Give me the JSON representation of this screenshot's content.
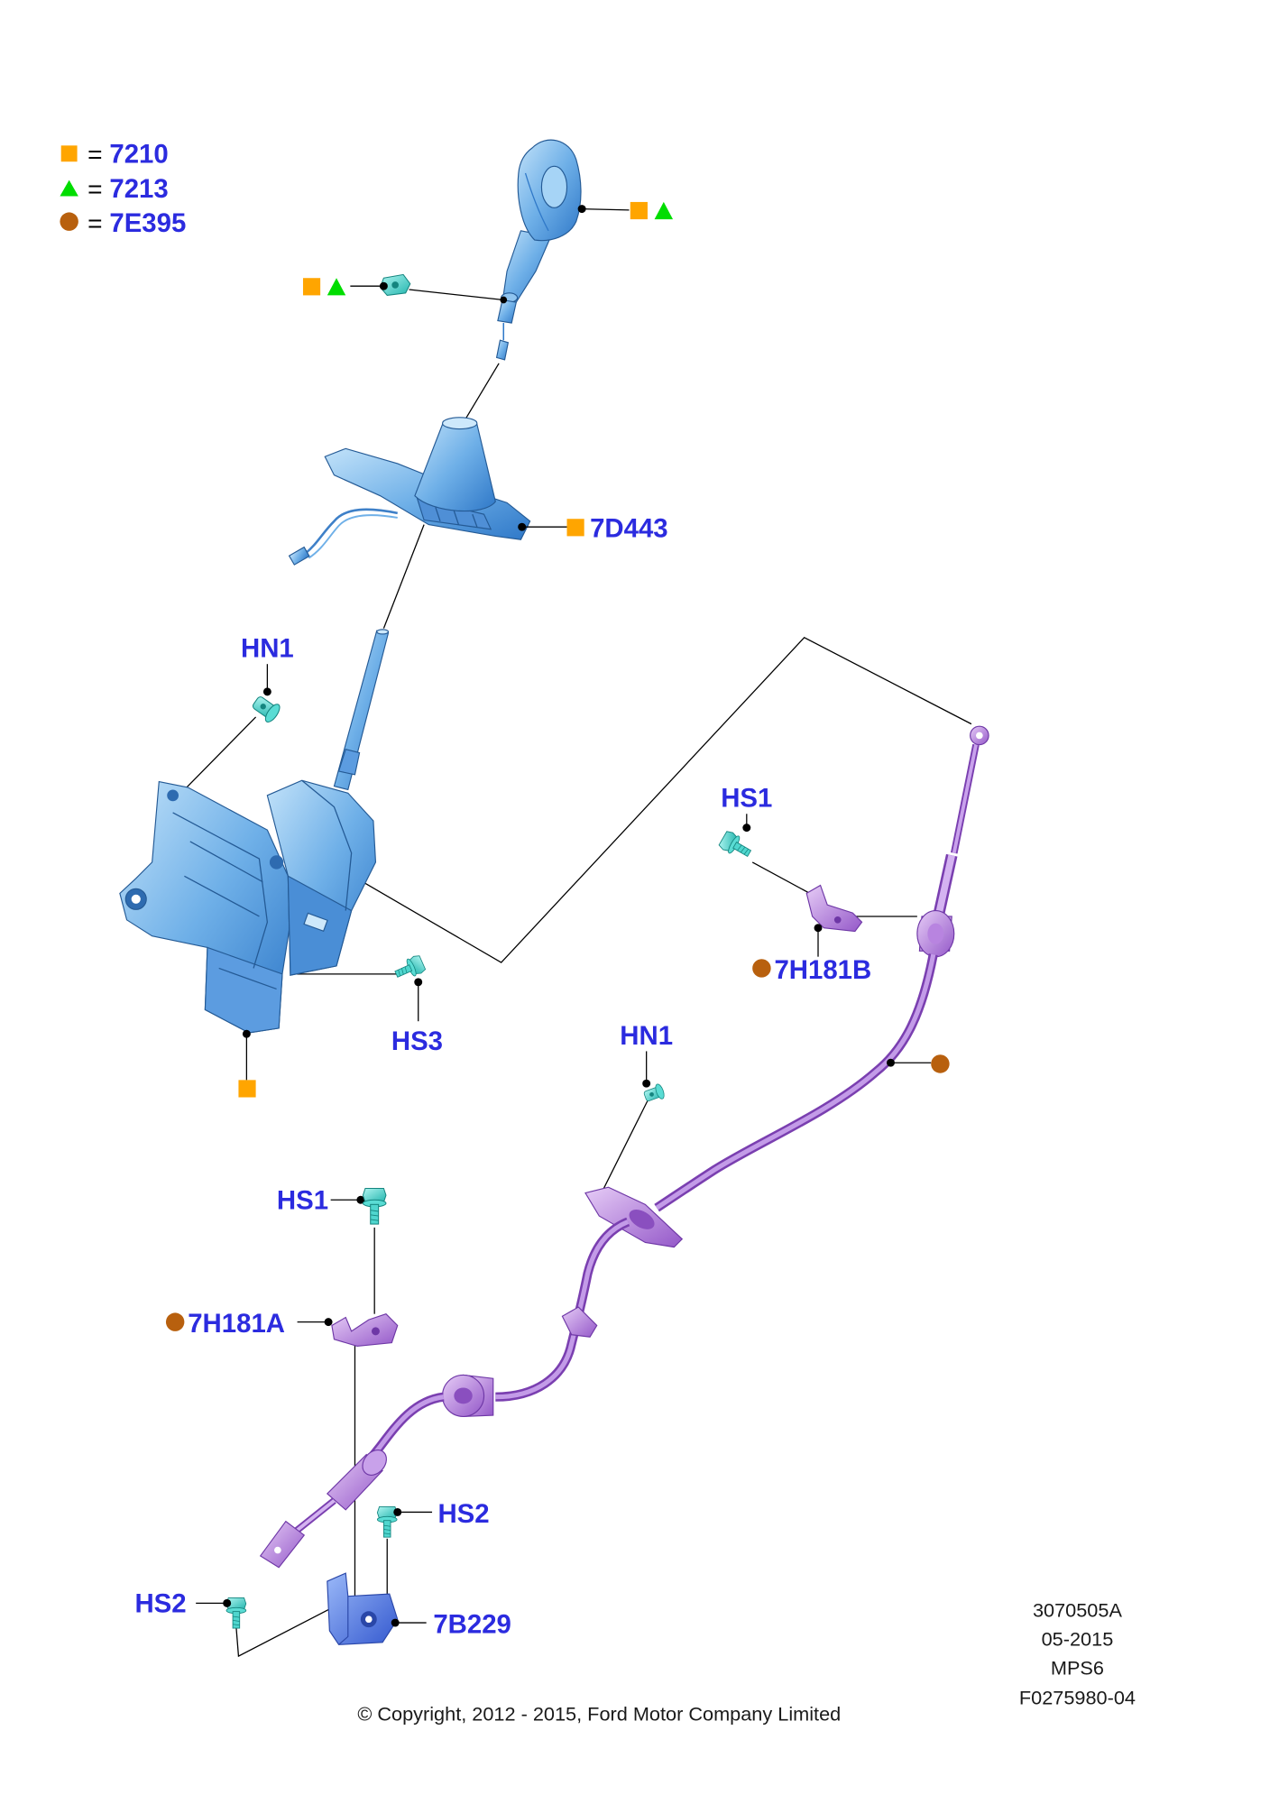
{
  "legend": [
    {
      "icon": "orange-square",
      "separator": "=",
      "code": "7210"
    },
    {
      "icon": "green-triangle",
      "separator": "=",
      "code": "7213"
    },
    {
      "icon": "brown-circle",
      "separator": "=",
      "code": "7E395"
    }
  ],
  "colors": {
    "square": "#FFA500",
    "triangle": "#00DD00",
    "circle": "#B8600E",
    "label": "#2B2BDF"
  },
  "callouts": {
    "boot": "7D443",
    "hn1_upper": "HN1",
    "hs1_upper": "HS1",
    "bracket_upper": "7H181B",
    "hs3": "HS3",
    "hn1_lower": "HN1",
    "hs1_lower": "HS1",
    "bracket_lower": "7H181A",
    "hs2_right": "HS2",
    "hs2_left": "HS2",
    "bracket_base": "7B229"
  },
  "footer": {
    "ref": "3070505A",
    "date": "05-2015",
    "model": "MPS6",
    "figure": "F0275980-04",
    "copyright": "© Copyright, 2012 - 2015, Ford Motor Company Limited"
  }
}
